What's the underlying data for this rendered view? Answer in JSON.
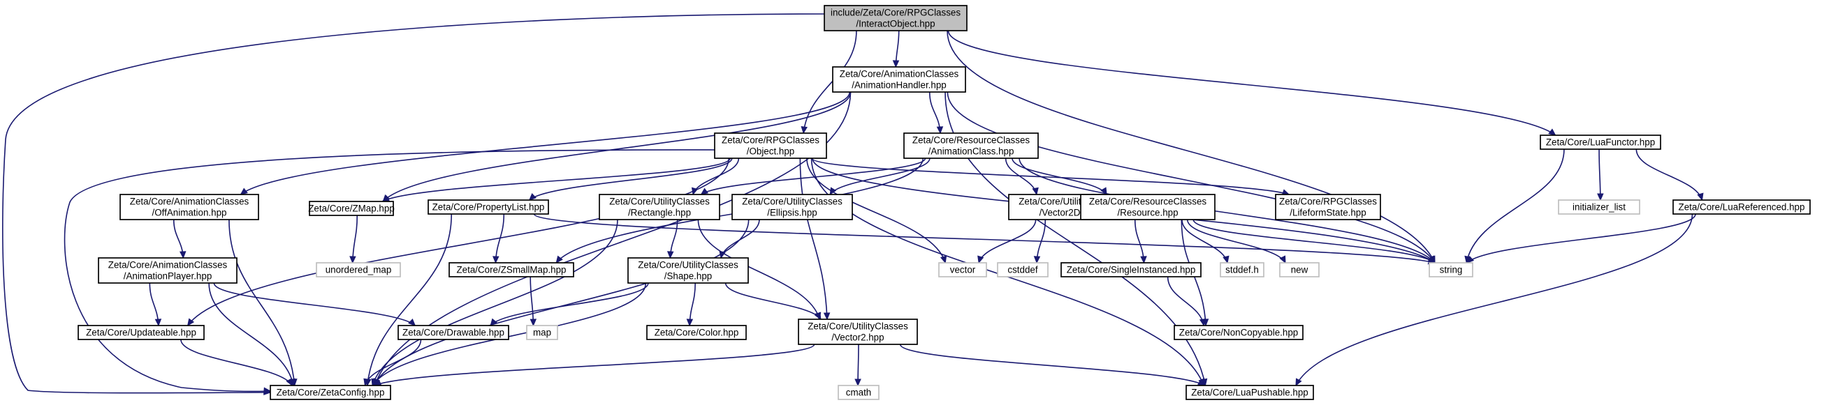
{
  "diagram": {
    "colors": {
      "root_fill": "#bfbfbf",
      "node_border": "#000000",
      "external_border": "#bfbfbf",
      "edge": "#191970"
    },
    "nodes": {
      "interact_object": [
        "include/Zeta/Core/RPGClasses",
        "/InteractObject.hpp"
      ],
      "animation_handler": [
        "Zeta/Core/AnimationClasses",
        "/AnimationHandler.hpp"
      ],
      "lua_functor": [
        "Zeta/Core/LuaFunctor.hpp"
      ],
      "object": [
        "Zeta/Core/RPGClasses",
        "/Object.hpp"
      ],
      "animation_class": [
        "Zeta/Core/ResourceClasses",
        "/AnimationClass.hpp"
      ],
      "off_animation": [
        "Zeta/Core/AnimationClasses",
        "/OffAnimation.hpp"
      ],
      "zmap": [
        "Zeta/Core/ZMap.hpp"
      ],
      "property_list": [
        "Zeta/Core/PropertyList.hpp"
      ],
      "rectangle": [
        "Zeta/Core/UtilityClasses",
        "/Rectangle.hpp"
      ],
      "ellipsis": [
        "Zeta/Core/UtilityClasses",
        "/Ellipsis.hpp"
      ],
      "vector2d": [
        "Zeta/Core/UtilityClasses",
        "/Vector2D.hpp"
      ],
      "resource": [
        "Zeta/Core/ResourceClasses",
        "/Resource.hpp"
      ],
      "lifeform_state": [
        "Zeta/Core/RPGClasses",
        "/LifeformState.hpp"
      ],
      "initializer_list": [
        "initializer_list"
      ],
      "lua_referenced": [
        "Zeta/Core/LuaReferenced.hpp"
      ],
      "animation_player": [
        "Zeta/Core/AnimationClasses",
        "/AnimationPlayer.hpp"
      ],
      "unordered_map": [
        "unordered_map"
      ],
      "zsmallmap": [
        "Zeta/Core/ZSmallMap.hpp"
      ],
      "shape": [
        "Zeta/Core/UtilityClasses",
        "/Shape.hpp"
      ],
      "vector": [
        "vector"
      ],
      "cstddef": [
        "cstddef"
      ],
      "single_instanced": [
        "Zeta/Core/SingleInstanced.hpp"
      ],
      "stddef": [
        "stddef.h"
      ],
      "new": [
        "new"
      ],
      "string": [
        "string"
      ],
      "updateable": [
        "Zeta/Core/Updateable.hpp"
      ],
      "drawable": [
        "Zeta/Core/Drawable.hpp"
      ],
      "map": [
        "map"
      ],
      "color": [
        "Zeta/Core/Color.hpp"
      ],
      "vector2": [
        "Zeta/Core/UtilityClasses",
        "/Vector2.hpp"
      ],
      "noncopyable": [
        "Zeta/Core/NonCopyable.hpp"
      ],
      "cmath": [
        "cmath"
      ],
      "zeta_config": [
        "Zeta/Core/ZetaConfig.hpp"
      ],
      "lua_pushable": [
        "Zeta/Core/LuaPushable.hpp"
      ]
    }
  }
}
